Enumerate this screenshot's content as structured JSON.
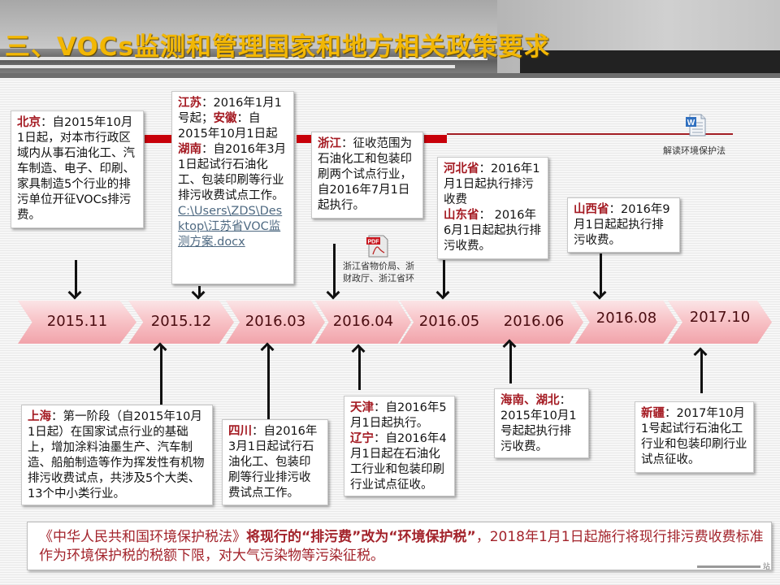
{
  "header": {
    "title": "三、VOCs监测和管理国家和地方相关政策要求"
  },
  "colors": {
    "title": "#f2b705",
    "highlight": "#a41a22",
    "timeline_line": "#c8000a",
    "chevron_fill": "#f8c4c8",
    "link": "#4f6a82"
  },
  "timeline": {
    "nodes": [
      {
        "label": "2015.11"
      },
      {
        "label": "2015.12"
      },
      {
        "label": "2016.03"
      },
      {
        "label": "2016.04"
      },
      {
        "label": "2016.05"
      },
      {
        "label": "2016.06"
      },
      {
        "label": "2016.08"
      },
      {
        "label": "2017.10"
      }
    ]
  },
  "top_boxes": {
    "beijing": {
      "region": "北京",
      "text": "：自2015年10月1日起，对本市行政区域内从事石油化工、汽车制造、电子、印刷、家具制造5个行业的排污单位开征VOCs排污费。"
    },
    "jiangsu": {
      "region1": "江苏",
      "text1": "：2016年1月1号起；",
      "region2": "安徽",
      "text2": "：自2015年10月1日起",
      "region3": "湖南",
      "text3": "：自2016年3月1日起试行石油化工、包装印刷等行业排污收费试点工作。",
      "link": "C:\\Users\\ZDS\\Desktop\\江苏省VOC监测方案.docx"
    },
    "zhejiang": {
      "region": "浙江",
      "text": "：征收范围为石油化工和包装印刷两个试点行业，自2016年7月1日起执行。"
    },
    "hebei": {
      "region1": "河北省",
      "text1": "：2016年1月1日起执行排污收费",
      "region2": "山东省",
      "text2": "： 2016年6月1日起起执行排污收费。"
    },
    "shanxi": {
      "region": "山西省",
      "text": "：2016年9月1日起起执行排污收费。"
    }
  },
  "bottom_boxes": {
    "shanghai": {
      "region": "上海",
      "text": "：第一阶段（自2015年10月1日起）在国家试点行业的基础上，增加涂料油墨生产、汽车制造、船舶制造等作为挥发性有机物排污收费试点，共涉及5个大类、13个中小类行业。"
    },
    "sichuan": {
      "region": "四川",
      "text": "：自2016年3月1日起试行石油化工、包装印刷等行业排污收费试点工作。"
    },
    "tianjin": {
      "region1": "天津",
      "text1": "：自2016年5月1日起执行。",
      "region2": "辽宁",
      "text2": "：自2016年4月1日起在石油化工行业和包装印刷行业试点征收。"
    },
    "hainan": {
      "region": "海南、湖北",
      "text": "：2015年10月1号起起执行排污收费。"
    },
    "xinjiang": {
      "region": "新疆",
      "text": "：2017年10月1号起试行石油化工行业和包装印刷行业试点征收。"
    }
  },
  "attachments": {
    "word": {
      "icon": "word-document-icon",
      "caption": "解读环境保护法"
    },
    "pdf": {
      "icon": "pdf-document-icon",
      "caption_line1": "浙江省物价局、浙",
      "caption_line2": "财政厅、浙江省环"
    }
  },
  "summary": {
    "part1": "《中华人民共和国环境保护税法》",
    "part2": "将现行的“排污费”改为“环境保护税”",
    "part3": "，2018年1月1日起施行将现行排污费收费标准作为环境保护税的税额下限，对大气污染物等污染征税。"
  },
  "footer": {
    "logo_text": "站"
  }
}
